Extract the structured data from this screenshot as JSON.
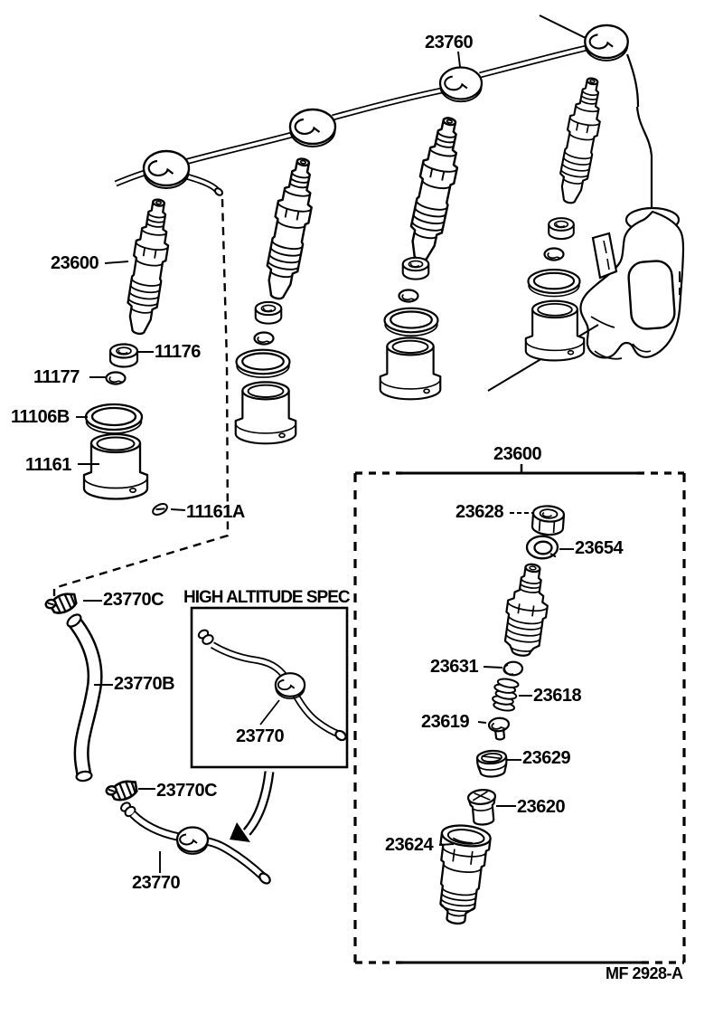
{
  "callouts": {
    "fuel_pipe": "23760",
    "injector_main": "23600",
    "part_11176": "11176",
    "part_11177": "11177",
    "part_11106b": "11106B",
    "part_11161": "11161",
    "part_11161a": "11161A",
    "clamp_upper": "23770C",
    "hose": "23770B",
    "inset_title": "HIGH ALTITUDE SPEC",
    "pipe_inset": "23770",
    "clamp_lower": "23770C",
    "pipe_main": "23770",
    "exploded_title": "23600",
    "part_23628": "23628",
    "part_23654": "23654",
    "part_23631": "23631",
    "part_23618": "23618",
    "part_23619": "23619",
    "part_23629": "23629",
    "part_23620": "23620",
    "part_23624": "23624",
    "doc_code": "MF 2928-A"
  },
  "colors": {
    "ink": "#000000",
    "paper": "#ffffff"
  }
}
